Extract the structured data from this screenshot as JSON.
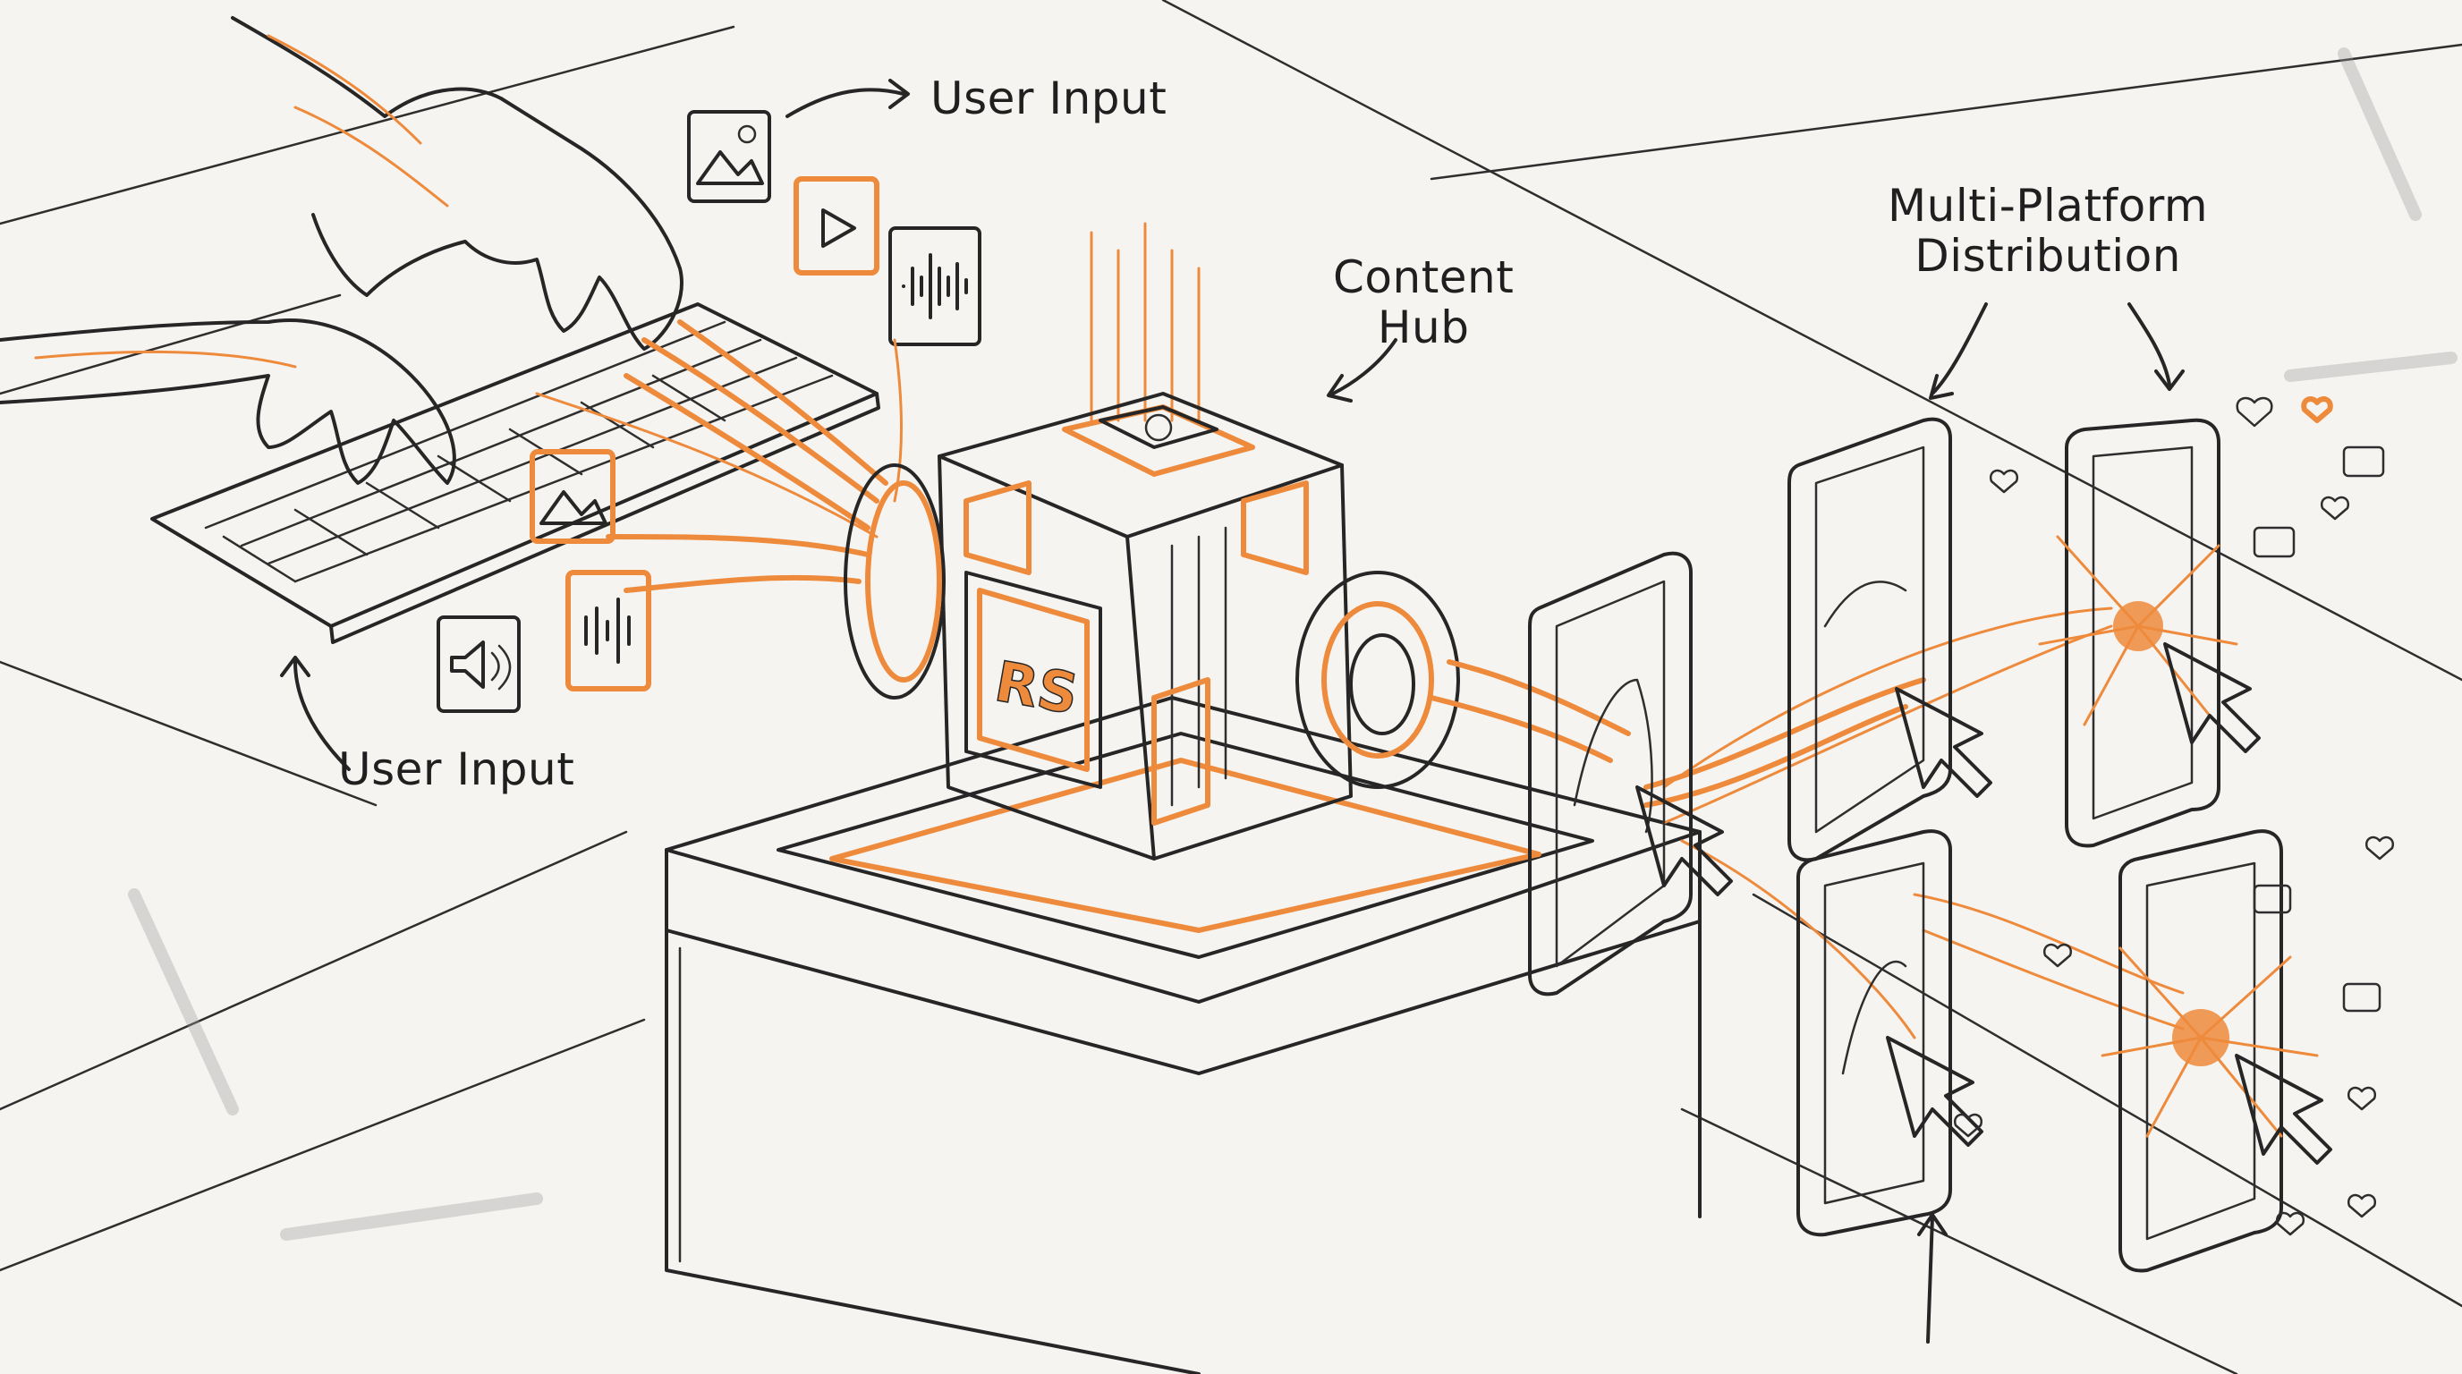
{
  "labels": {
    "user_input_top": "User Input",
    "user_input_bottom": "User Input",
    "content_hub_line1": "Content",
    "content_hub_line2": "Hub",
    "distribution_line1": "Multi-Platform",
    "distribution_line2": "Distribution"
  },
  "hub_logo": "RS",
  "colors": {
    "accent": "#ee8a3c",
    "ink": "#262626",
    "paper": "#f6f4f1"
  },
  "icons": [
    "image-icon",
    "play-icon",
    "audio-wave-icon",
    "speaker-icon",
    "keyboard",
    "smartphone",
    "cursor-arrow-icon",
    "heart-icon",
    "chat-bubble-icon"
  ]
}
